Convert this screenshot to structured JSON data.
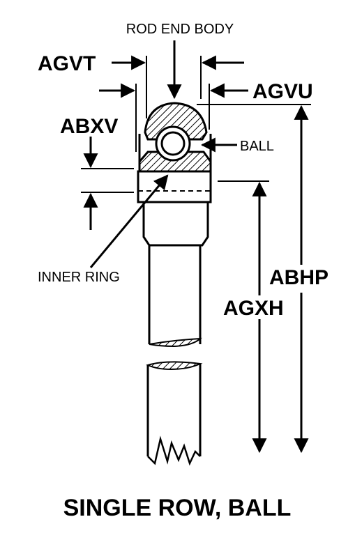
{
  "diagram": {
    "title": "SINGLE ROW, BALL",
    "labels": {
      "rod_end_body": "ROD END BODY",
      "ball": "BALL",
      "inner_ring": "INNER RING"
    },
    "dimensions": {
      "agvt": "AGVT",
      "agvu": "AGVU",
      "abxv": "ABXV",
      "abhp": "ABHP",
      "agxh": "AGXH"
    },
    "colors": {
      "ink": "#000000",
      "background": "#ffffff"
    }
  }
}
